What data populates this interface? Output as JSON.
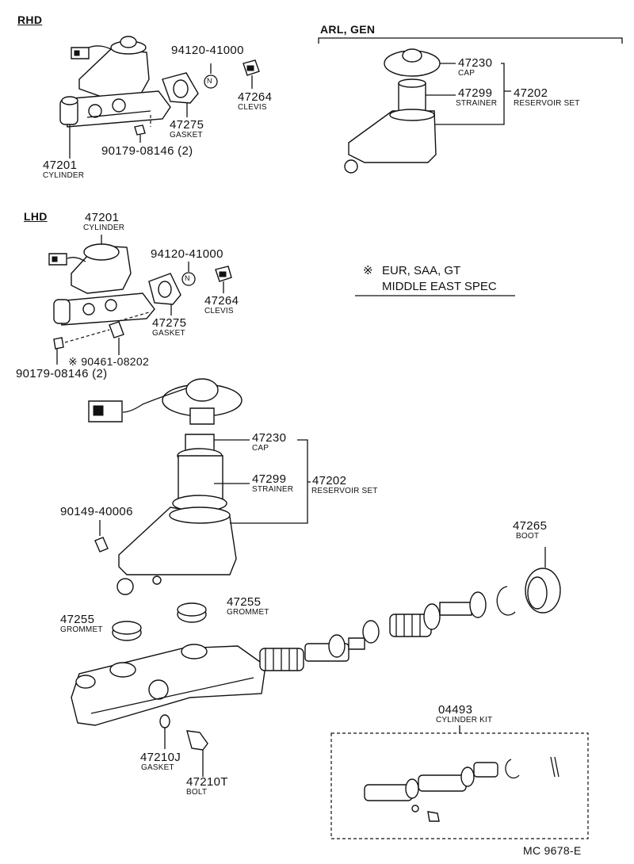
{
  "sections": {
    "rhd": "RHD",
    "lhd": "LHD",
    "arl_gen": "ARL, GEN",
    "spec_mark": "※",
    "spec_line1": "EUR, SAA, GT",
    "spec_line2": "MIDDLE EAST SPEC"
  },
  "rhd": {
    "cyl_no": "47201",
    "cyl_name": "CYLINDER",
    "p94120": "94120-41000",
    "clevis_no": "47264",
    "clevis_name": "CLEVIS",
    "gasket_no": "47275",
    "gasket_name": "GASKET",
    "nut_no": "90179-08146 (2)",
    "n_symbol": "N"
  },
  "arl": {
    "cap_no": "47230",
    "cap_name": "CAP",
    "strainer_no": "47299",
    "strainer_name": "STRAINER",
    "res_no": "47202",
    "res_name": "RESERVOIR SET"
  },
  "lhd": {
    "cyl_no": "47201",
    "cyl_name": "CYLINDER",
    "p94120": "94120-41000",
    "clevis_no": "47264",
    "clevis_name": "CLEVIS",
    "gasket_no": "47275",
    "gasket_name": "GASKET",
    "p90461": "※ 90461-08202",
    "nut_no": "90179-08146 (2)",
    "n_symbol": "N"
  },
  "main": {
    "cap_no": "47230",
    "cap_name": "CAP",
    "strainer_no": "47299",
    "strainer_name": "STRAINER",
    "res_no": "47202",
    "res_name": "RESERVOIR SET",
    "p90149": "90149-40006",
    "boot_no": "47265",
    "boot_name": "BOOT",
    "grommet1_no": "47255",
    "grommet1_name": "GROMMET",
    "grommet2_no": "47255",
    "grommet2_name": "GROMMET",
    "gasket_no": "47210J",
    "gasket_name": "GASKET",
    "bolt_no": "47210T",
    "bolt_name": "BOLT",
    "kit_no": "04493",
    "kit_name": "CYLINDER KIT"
  },
  "diagram_code": "MC 9678-E"
}
